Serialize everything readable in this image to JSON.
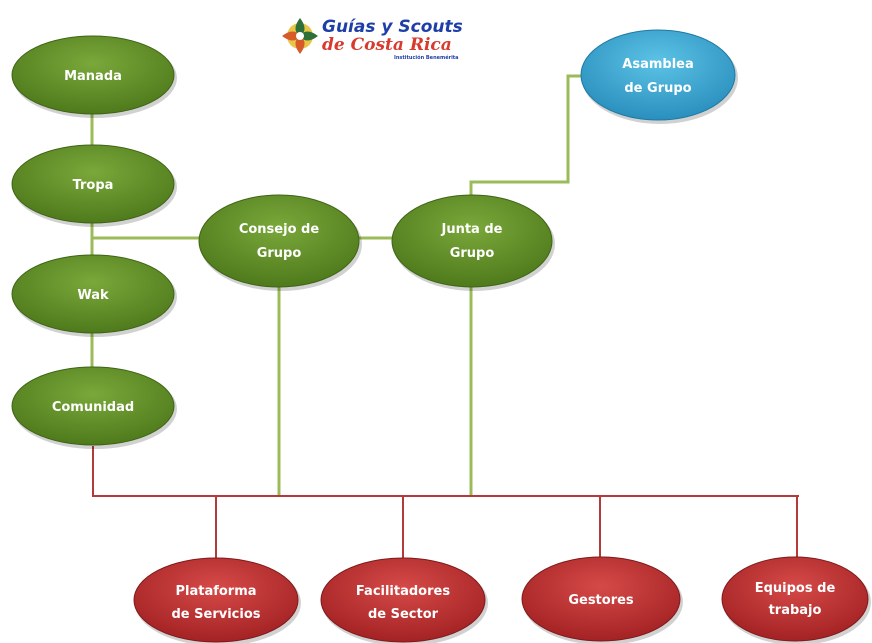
{
  "logo": {
    "line1": "Guías y Scouts",
    "line2": "de Costa Rica",
    "line3": "Institución Benemérita"
  },
  "colors": {
    "green": "#5c8a22",
    "green_line": "#9bbb59",
    "blue": "#3aa6cf",
    "red": "#b8282b",
    "red_line": "#b33a3a"
  },
  "nodes": {
    "manada": {
      "line1": "Manada",
      "line2": ""
    },
    "tropa": {
      "line1": "Tropa",
      "line2": ""
    },
    "wak": {
      "line1": "Wak",
      "line2": ""
    },
    "comunidad": {
      "line1": "Comunidad",
      "line2": ""
    },
    "consejo": {
      "line1": "Consejo de",
      "line2": "Grupo"
    },
    "junta": {
      "line1": "Junta de",
      "line2": "Grupo"
    },
    "asamblea": {
      "line1": "Asamblea",
      "line2": "de Grupo"
    },
    "plataforma": {
      "line1": "Plataforma",
      "line2": "de Servicios"
    },
    "facilitadores": {
      "line1": "Facilitadores",
      "line2": "de Sector"
    },
    "gestores": {
      "line1": "Gestores",
      "line2": ""
    },
    "equipos": {
      "line1": "Equipos de",
      "line2": "trabajo"
    }
  }
}
